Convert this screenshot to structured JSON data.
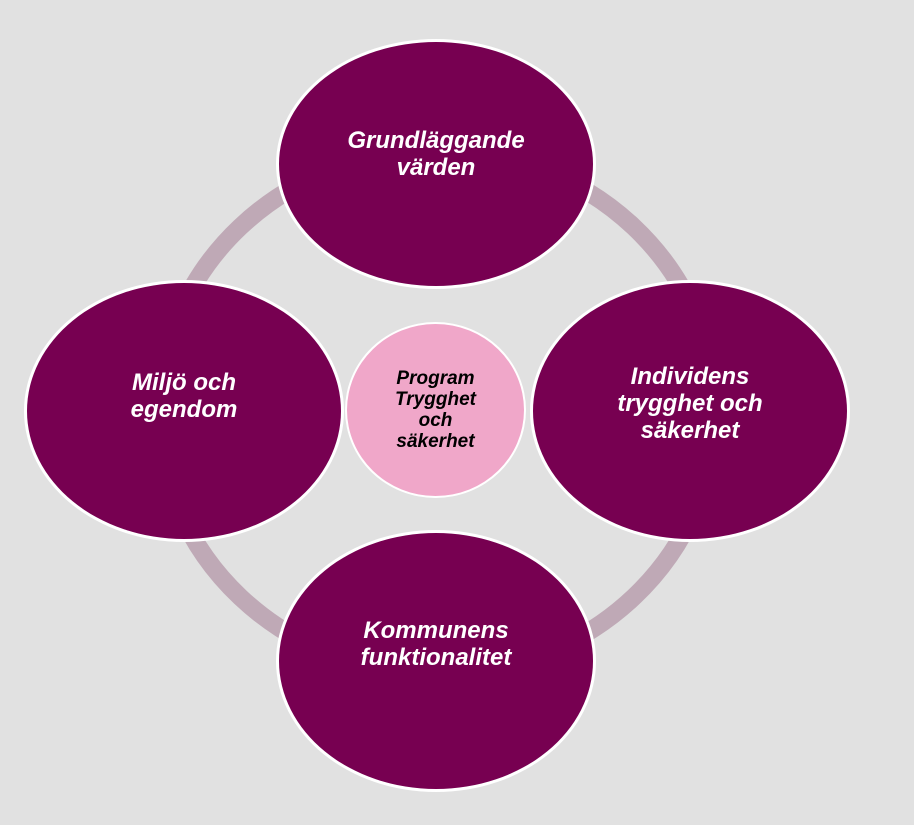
{
  "colors": {
    "background": "#e1e1e1",
    "node_fill": "#770051",
    "center_fill": "#f0a7c9",
    "ring": "#bfa9b6"
  },
  "center": {
    "label": "Program\nTrygghet\noch\nsäkerhet"
  },
  "nodes": {
    "top": "Grundläggande\nvärden",
    "right": "Individens\ntrygghet och\nsäkerhet",
    "bottom": "Kommunens\nfunktionalitet",
    "left": "Miljö och\negendom"
  }
}
